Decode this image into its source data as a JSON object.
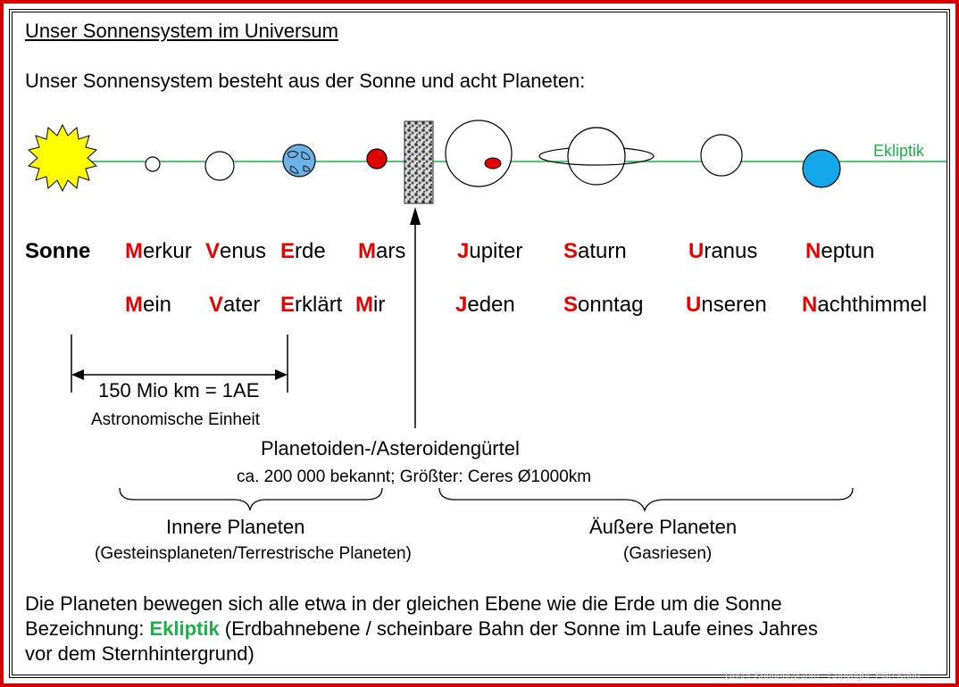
{
  "title": "Unser Sonnensystem im Universum",
  "intro": "Unser Sonnensystem besteht aus der Sonne und acht Planeten:",
  "ecliptic_label": "Ekliptik",
  "sun_label": "Sonne",
  "planets": [
    {
      "initial": "M",
      "rest": "erkur"
    },
    {
      "initial": "V",
      "rest": "enus"
    },
    {
      "initial": "E",
      "rest": "rde"
    },
    {
      "initial": "M",
      "rest": "ars"
    },
    {
      "initial": "J",
      "rest": "upiter"
    },
    {
      "initial": "S",
      "rest": "aturn"
    },
    {
      "initial": "U",
      "rest": "ranus"
    },
    {
      "initial": "N",
      "rest": "eptun"
    }
  ],
  "mnemonic": [
    {
      "initial": "M",
      "rest": "ein"
    },
    {
      "initial": "V",
      "rest": "ater"
    },
    {
      "initial": "E",
      "rest": "rklärt"
    },
    {
      "initial": "M",
      "rest": "ir"
    },
    {
      "initial": "J",
      "rest": "eden"
    },
    {
      "initial": "S",
      "rest": "onntag"
    },
    {
      "initial": "U",
      "rest": "nseren"
    },
    {
      "initial": "N",
      "rest": "achthimmel"
    }
  ],
  "au_label": "150 Mio km = 1AE",
  "au_sublabel": "Astronomische Einheit",
  "belt_label": "Planetoiden-/Asteroidengürtel",
  "belt_sublabel": "ca. 200 000 bekannt; Größter: Ceres Ø1000km",
  "inner_label": "Innere Planeten",
  "inner_sublabel": "(Gesteinsplaneten/Terrestrische Planeten)",
  "outer_label": "Äußere Planeten",
  "outer_sublabel": "(Gasriesen)",
  "bottom": {
    "line1": "Die Planeten bewegen sich alle etwa in der gleichen Ebene wie die Erde um die Sonne",
    "line2_prefix": "Bezeichnung: ",
    "line2_highlight": "Ekliptik",
    "line2_suffix": " (Erdbahnebene / scheinbare Bahn der Sonne im Laufe eines Jahres",
    "line3": "vor dem Sternhintergrund)"
  },
  "credit": "Unser Sonnensystem · Copyright: Elke Kuhn",
  "colors": {
    "sun": "#ffff00",
    "mars": "#e00000",
    "earth": "#6bb3e6",
    "neptune": "#16a6ea",
    "ecliptic": "#1db04a",
    "initial": "#e00000",
    "frame": "#d40000"
  }
}
